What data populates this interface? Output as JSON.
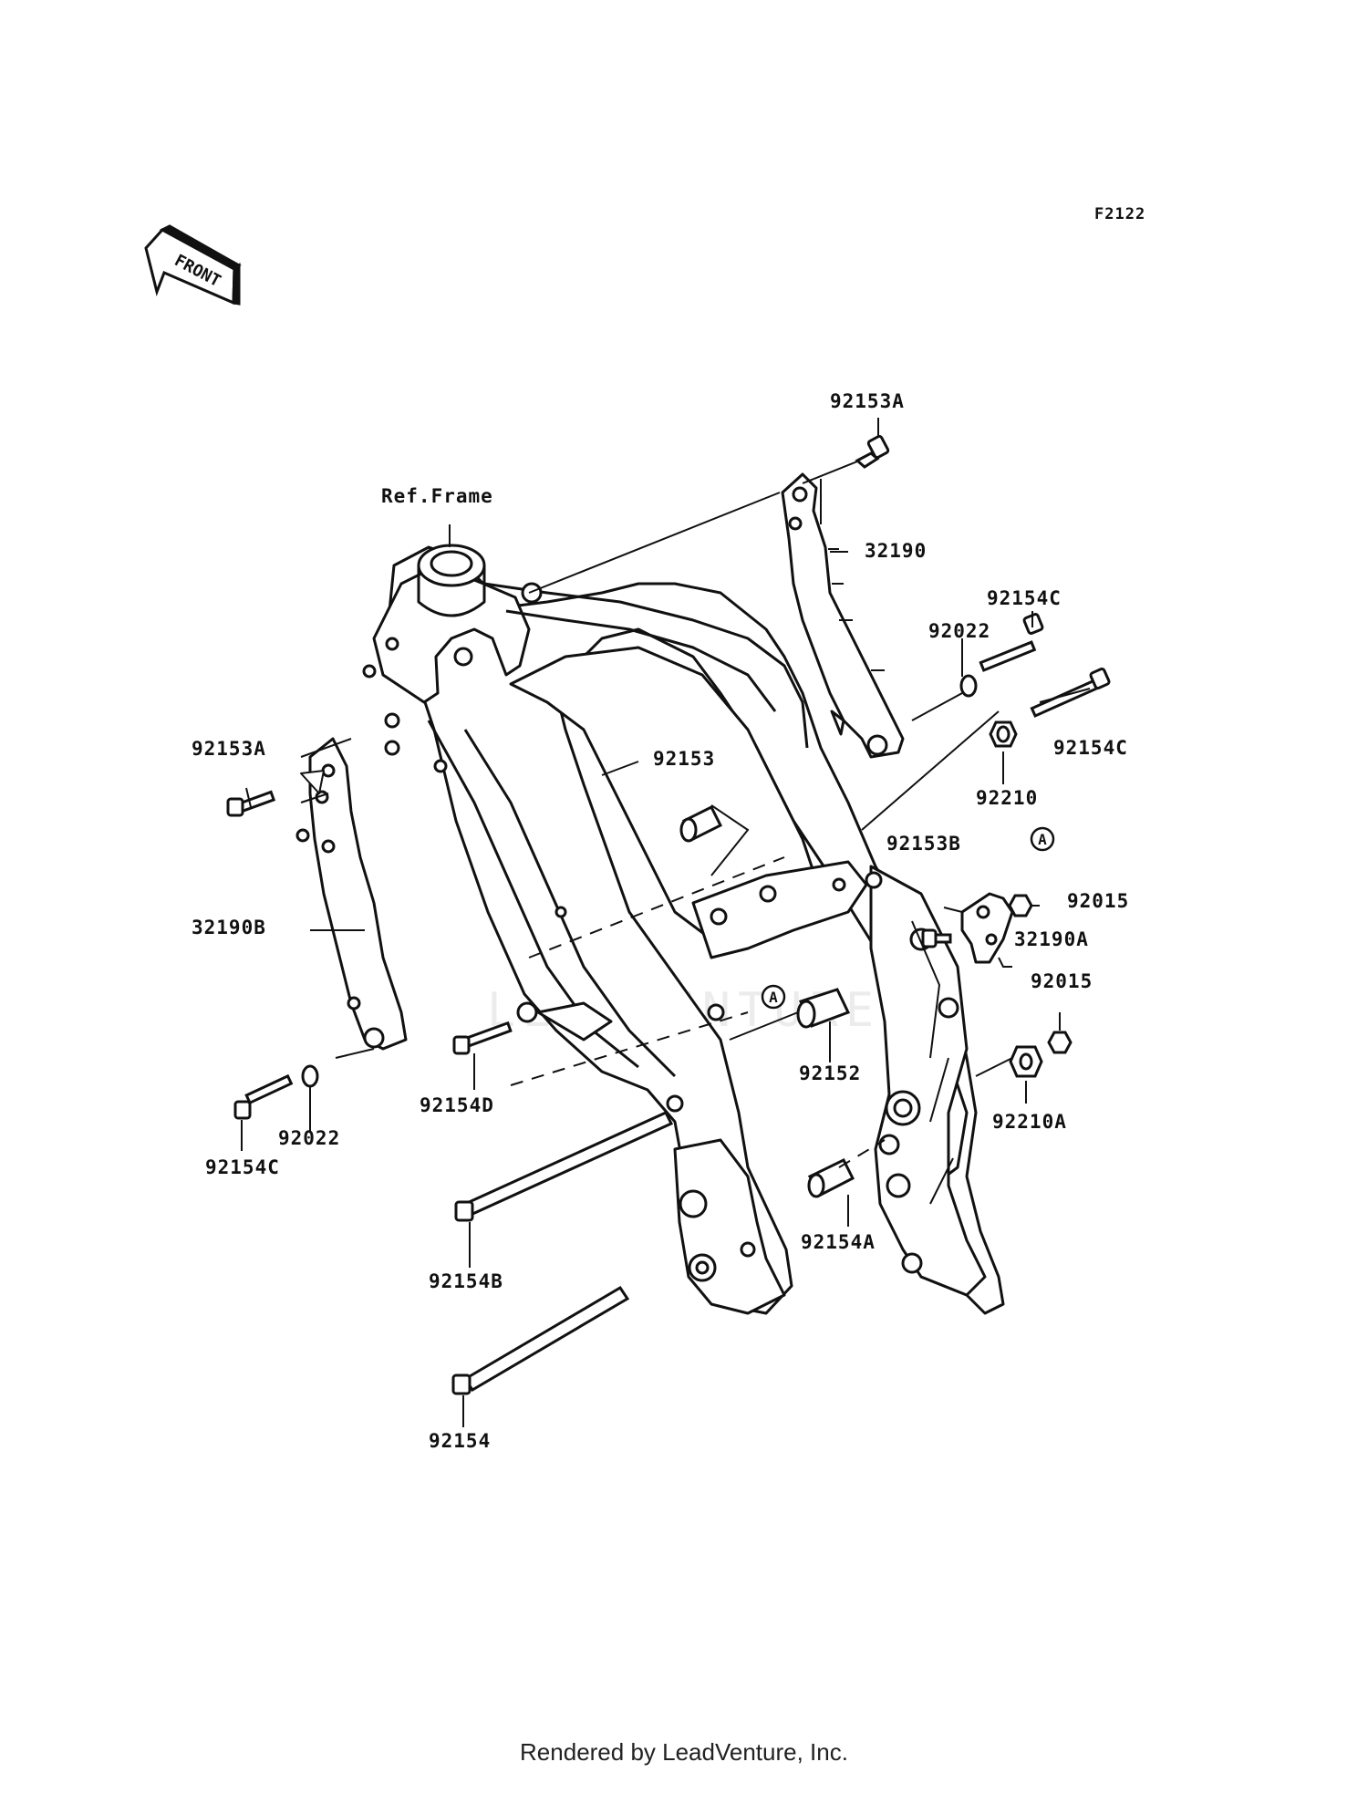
{
  "diagram": {
    "code": "F2122",
    "front_label": "FRONT",
    "ref_label": "Ref.Frame",
    "marker_letter": "A",
    "watermark": "LEADVENTURE",
    "footer": "Rendered by LeadVenture, Inc.",
    "parts": [
      {
        "id": "p1",
        "number": "92153A"
      },
      {
        "id": "p2",
        "number": "32190"
      },
      {
        "id": "p3",
        "number": "92154C"
      },
      {
        "id": "p4",
        "number": "92022"
      },
      {
        "id": "p5",
        "number": "92154C"
      },
      {
        "id": "p6",
        "number": "92210"
      },
      {
        "id": "p7",
        "number": "92153A"
      },
      {
        "id": "p8",
        "number": "92153"
      },
      {
        "id": "p9",
        "number": "92153B"
      },
      {
        "id": "p10",
        "number": "92015"
      },
      {
        "id": "p11",
        "number": "32190A"
      },
      {
        "id": "p12",
        "number": "32190B"
      },
      {
        "id": "p13",
        "number": "92015"
      },
      {
        "id": "p14",
        "number": "92152"
      },
      {
        "id": "p15",
        "number": "92210A"
      },
      {
        "id": "p16",
        "number": "92154D"
      },
      {
        "id": "p17",
        "number": "92022"
      },
      {
        "id": "p18",
        "number": "92154C"
      },
      {
        "id": "p19",
        "number": "92154A"
      },
      {
        "id": "p20",
        "number": "92154B"
      },
      {
        "id": "p21",
        "number": "92154"
      }
    ]
  }
}
